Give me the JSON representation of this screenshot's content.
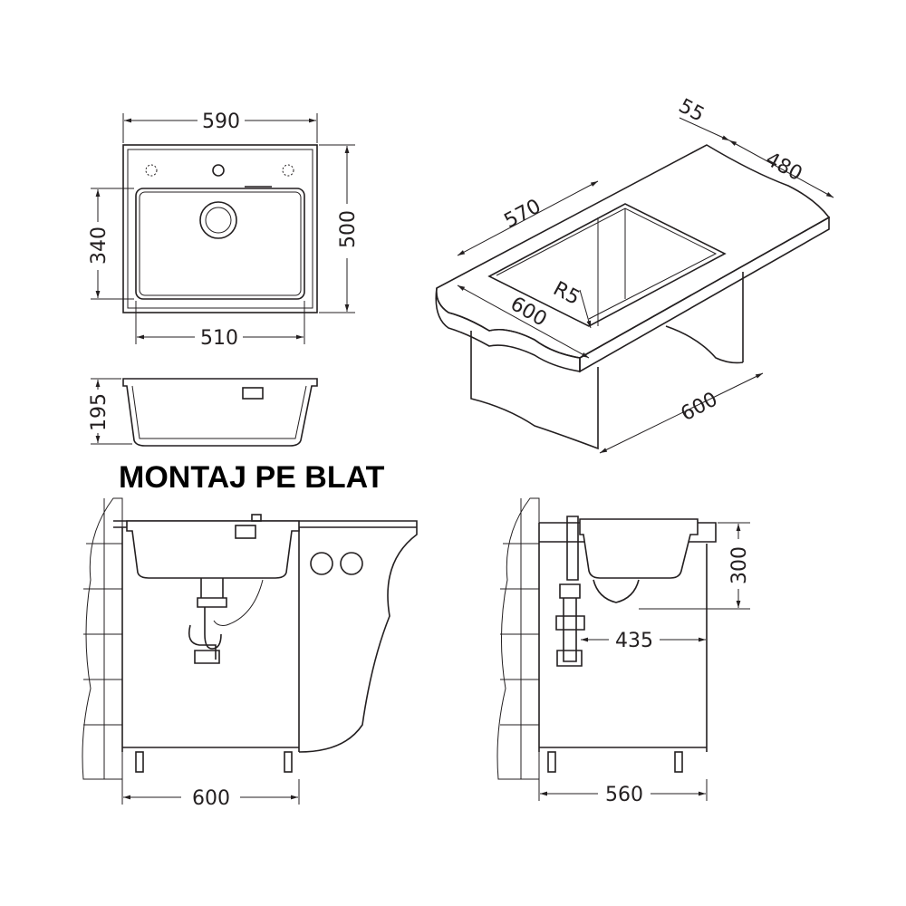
{
  "title": "MONTAJ PE BLAT",
  "top_view": {
    "width": "590",
    "depth": "500",
    "bowl_depth": "340",
    "bowl_width": "510"
  },
  "side_section": {
    "height": "195"
  },
  "isometric": {
    "rim": "55",
    "depth": "480",
    "opening": "570",
    "radius": "R5",
    "front": "600",
    "cabinet": "600"
  },
  "front_install": {
    "cabinet_width": "600"
  },
  "side_install": {
    "height": "300",
    "offset": "435",
    "cabinet_depth": "560"
  },
  "colors": {
    "line": "#231f20",
    "background": "#ffffff"
  }
}
